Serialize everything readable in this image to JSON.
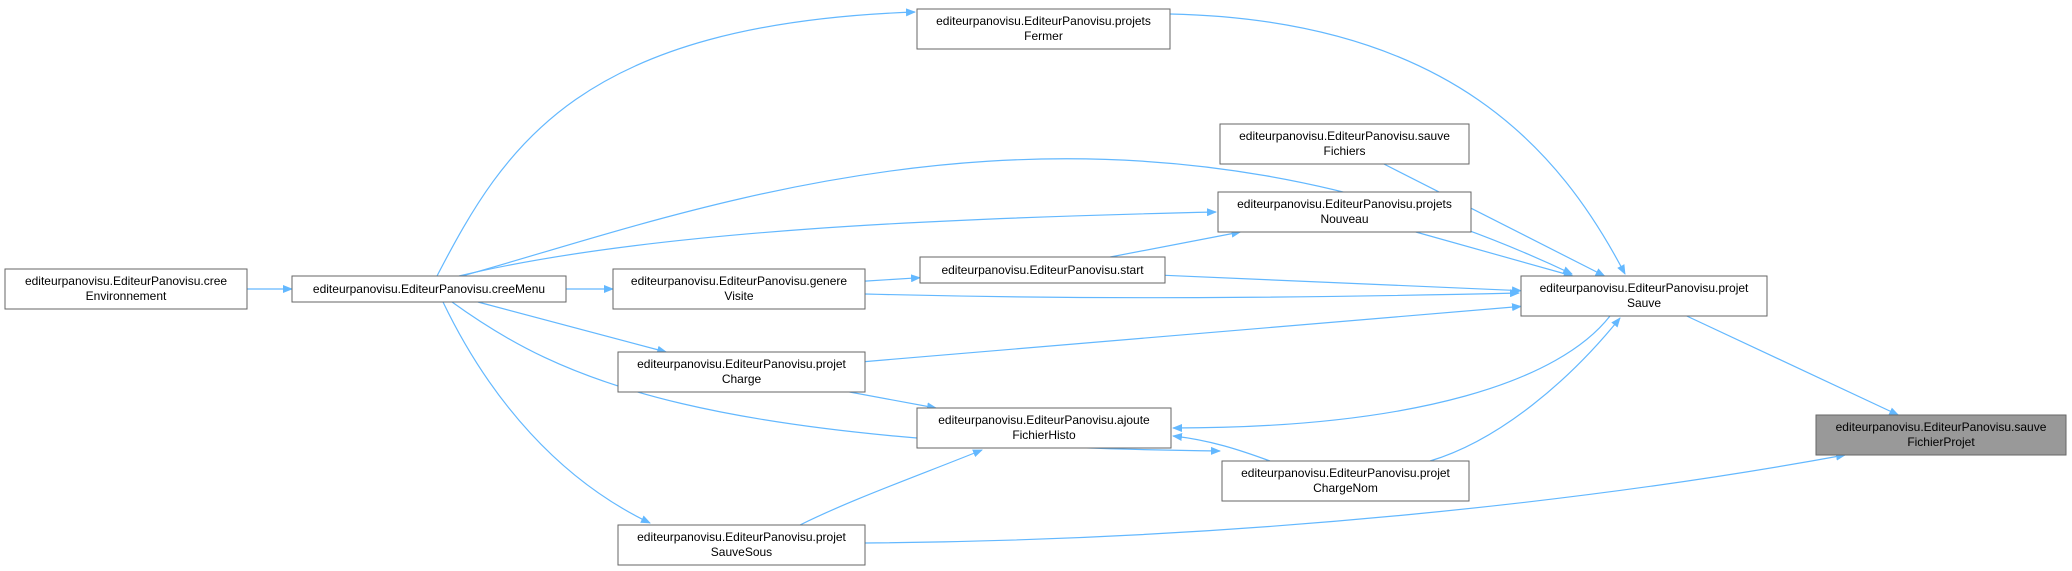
{
  "colors": {
    "edge": "#63b8ff",
    "node_border": "#666666",
    "node_fill": "#ffffff",
    "highlight_fill": "#999999",
    "text": "#000000"
  },
  "nodes": [
    {
      "id": "creeEnvironnement",
      "line1": "editeurpanovisu.EditeurPanovisu.cree",
      "line2": "Environnement",
      "highlight": false
    },
    {
      "id": "creeMenu",
      "line1": "editeurpanovisu.EditeurPanovisu.creeMenu",
      "line2": "",
      "highlight": false
    },
    {
      "id": "genereVisite",
      "line1": "editeurpanovisu.EditeurPanovisu.genere",
      "line2": "Visite",
      "highlight": false
    },
    {
      "id": "projetCharge",
      "line1": "editeurpanovisu.EditeurPanovisu.projet",
      "line2": "Charge",
      "highlight": false
    },
    {
      "id": "projetSauveSous",
      "line1": "editeurpanovisu.EditeurPanovisu.projet",
      "line2": "SauveSous",
      "highlight": false
    },
    {
      "id": "projetsFermer",
      "line1": "editeurpanovisu.EditeurPanovisu.projets",
      "line2": "Fermer",
      "highlight": false
    },
    {
      "id": "start",
      "line1": "editeurpanovisu.EditeurPanovisu.start",
      "line2": "",
      "highlight": false
    },
    {
      "id": "ajouteFichierHisto",
      "line1": "editeurpanovisu.EditeurPanovisu.ajoute",
      "line2": "FichierHisto",
      "highlight": false
    },
    {
      "id": "sauveFichiers",
      "line1": "editeurpanovisu.EditeurPanovisu.sauve",
      "line2": "Fichiers",
      "highlight": false
    },
    {
      "id": "projetsNouveau",
      "line1": "editeurpanovisu.EditeurPanovisu.projets",
      "line2": "Nouveau",
      "highlight": false
    },
    {
      "id": "projetChargeNom",
      "line1": "editeurpanovisu.EditeurPanovisu.projet",
      "line2": "ChargeNom",
      "highlight": false
    },
    {
      "id": "projetSauve",
      "line1": "editeurpanovisu.EditeurPanovisu.projet",
      "line2": "Sauve",
      "highlight": false
    },
    {
      "id": "sauveFichierProjet",
      "line1": "editeurpanovisu.EditeurPanovisu.sauve",
      "line2": "FichierProjet",
      "highlight": true
    }
  ],
  "edges": [
    {
      "from": "creeEnvironnement",
      "to": "creeMenu"
    },
    {
      "from": "creeMenu",
      "to": "genereVisite"
    },
    {
      "from": "creeMenu",
      "to": "projetCharge"
    },
    {
      "from": "creeMenu",
      "to": "projetSauveSous"
    },
    {
      "from": "creeMenu",
      "to": "projetsFermer"
    },
    {
      "from": "creeMenu",
      "to": "projetsNouveau"
    },
    {
      "from": "creeMenu",
      "to": "projetChargeNom"
    },
    {
      "from": "creeMenu",
      "to": "projetSauve"
    },
    {
      "from": "genereVisite",
      "to": "start"
    },
    {
      "from": "start",
      "to": "projetsNouveau"
    },
    {
      "from": "projetCharge",
      "to": "ajouteFichierHisto"
    },
    {
      "from": "projetSauveSous",
      "to": "ajouteFichierHisto"
    },
    {
      "from": "projetChargeNom",
      "to": "ajouteFichierHisto"
    },
    {
      "from": "projetSauve",
      "to": "ajouteFichierHisto"
    },
    {
      "from": "projetsFermer",
      "to": "projetSauve"
    },
    {
      "from": "sauveFichiers",
      "to": "projetSauve"
    },
    {
      "from": "projetsNouveau",
      "to": "projetSauve"
    },
    {
      "from": "start",
      "to": "projetSauve"
    },
    {
      "from": "genereVisite",
      "to": "projetSauve"
    },
    {
      "from": "projetCharge",
      "to": "projetSauve"
    },
    {
      "from": "projetChargeNom",
      "to": "projetSauve"
    },
    {
      "from": "projetSauve",
      "to": "sauveFichierProjet"
    },
    {
      "from": "projetSauveSous",
      "to": "sauveFichierProjet"
    }
  ]
}
